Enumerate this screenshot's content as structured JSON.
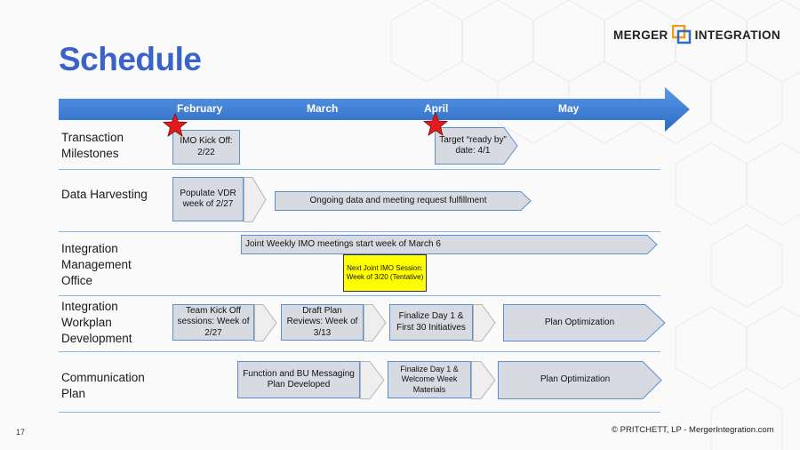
{
  "title": "Schedule",
  "logo": {
    "left": "MERGER",
    "right": "INTEGRATION"
  },
  "months": [
    "February",
    "March",
    "April",
    "May"
  ],
  "rows": {
    "transaction": "Transaction Milestones",
    "data": "Data Harvesting",
    "imo": "Integration Management Office",
    "workplan": "Integration Workplan Development",
    "comm": "Communication Plan"
  },
  "milestones": {
    "kickoff": "IMO Kick Off: 2/22",
    "target": "Target “ready by” date: 4/1"
  },
  "data_harvesting": {
    "populate": "Populate VDR week of 2/27",
    "ongoing": "Ongoing data and meeting request fulfillment"
  },
  "imo": {
    "joint": "Joint Weekly IMO meetings start week of March 6",
    "next": "Next Joint IMO Session: Week of 3/20 (Tentative)"
  },
  "workplan": {
    "kickoff": "Team Kick Off sessions: Week of 2/27",
    "draft": "Draft Plan Reviews: Week of 3/13",
    "finalize": "Finalize Day 1 & First 30 Initiatives",
    "optimization": "Plan Optimization"
  },
  "comm": {
    "function": "Function and BU Messaging Plan Developed",
    "finalize": "Finalize Day 1 & Welcome Week Materials",
    "optimization": "Plan Optimization"
  },
  "footer": "© PRITCHETT, LP  -  MergerIntegration.com",
  "page_number": "17",
  "colors": {
    "accent": "#3a62c9",
    "timeline": "#3d7fd9",
    "box": "#d7dbe1",
    "highlight": "#ffff00",
    "star": "#e31b1b"
  }
}
